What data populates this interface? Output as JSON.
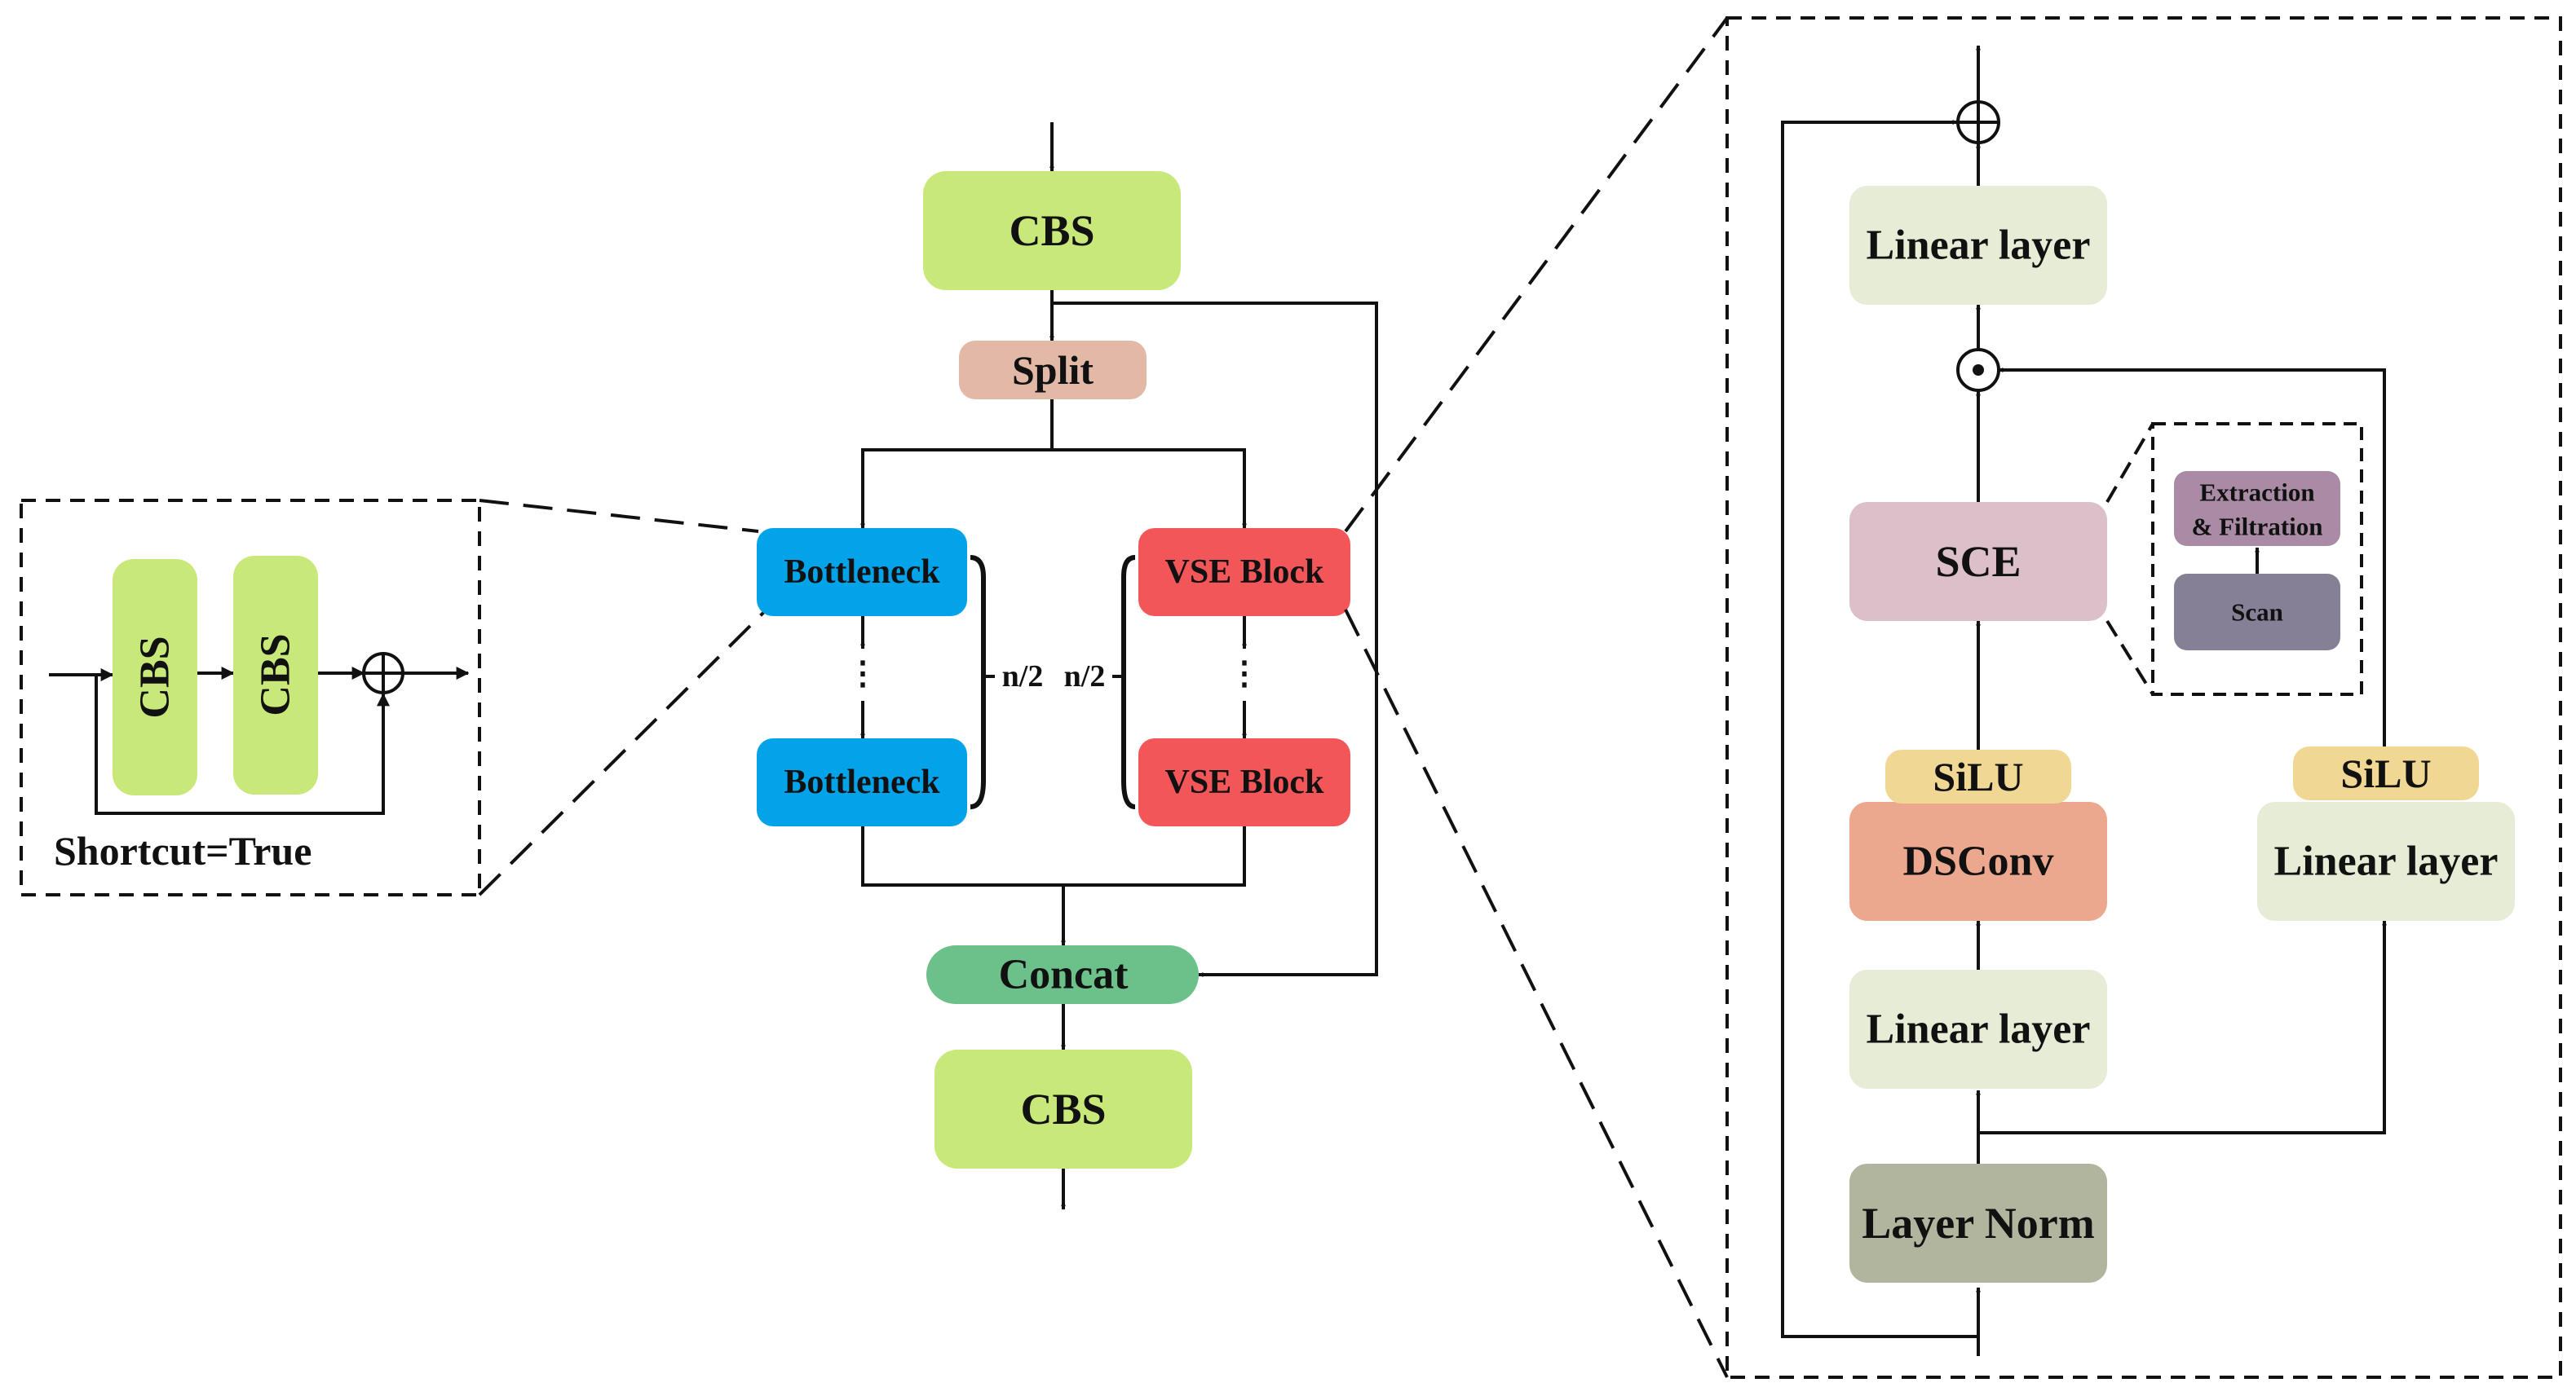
{
  "colors": {
    "cbs": "#c8e879",
    "split": "#e2b8a6",
    "bottleneck": "#03a3ea",
    "vse": "#f25658",
    "concat": "#6cc089",
    "linear": "#e6ecd5",
    "sce": "#dcc0c9",
    "silu": "#f0d894",
    "dsconv": "#eca88e",
    "layernorm": "#b1b59e",
    "extraction": "#a98ba6",
    "scan": "#868096",
    "line": "#111111"
  },
  "shortcut": {
    "cbs1": "CBS",
    "cbs2": "CBS",
    "caption": "Shortcut=True"
  },
  "main": {
    "cbs_top": "CBS",
    "split": "Split",
    "bottleneck_top": "Bottleneck",
    "bottleneck_dots": "⋮",
    "bottleneck_bottom": "Bottleneck",
    "vse_top": "VSE Block",
    "vse_dots": "⋮",
    "vse_bottom": "VSE Block",
    "n_left": "n/2",
    "n_right": "n/2",
    "concat": "Concat",
    "cbs_bottom": "CBS"
  },
  "vse": {
    "linear_top": "Linear layer",
    "sce": "SCE",
    "silu_left": "SiLU",
    "dsconv": "DSConv",
    "linear_mid": "Linear layer",
    "layer_norm": "Layer Norm",
    "silu_right": "SiLU",
    "linear_right": "Linear layer"
  },
  "sce_detail": {
    "extraction_line1": "Extraction",
    "extraction_line2": "& Filtration",
    "scan": "Scan"
  }
}
